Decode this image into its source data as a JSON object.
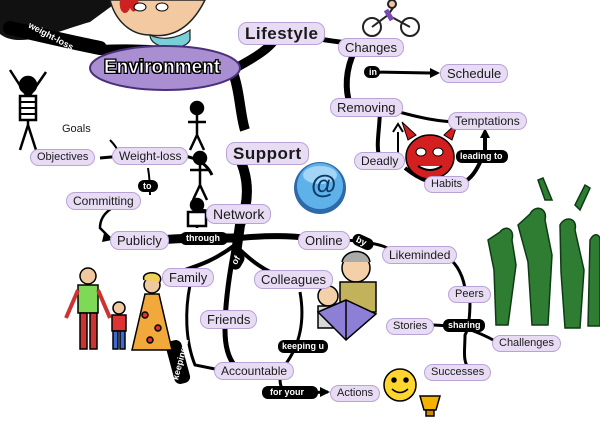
{
  "nodes": {
    "weight_loss_top": "weight-loss",
    "environment": "Environment",
    "lifestyle": "Lifestyle",
    "changes": "Changes",
    "in": "in",
    "schedule": "Schedule",
    "removing": "Removing",
    "temptations": "Temptations",
    "deadly": "Deadly",
    "leading_to": "leading to",
    "habits": "Habits",
    "support": "Support",
    "goals": "Goals",
    "objectives": "Objectives",
    "weight_loss": "Weight-loss",
    "to": "to",
    "committing": "Committing",
    "network": "Network",
    "publicly": "Publicly",
    "through": "through",
    "online": "Online",
    "by": "by",
    "likeminded": "Likeminded",
    "peers": "Peers",
    "of": "of",
    "family": "Family",
    "colleagues": "Colleagues",
    "friends": "Friends",
    "keeping_u_left": "keeping u",
    "keeping_u_right": "keeping u",
    "accountable": "Accountable",
    "for_your": "for your",
    "actions": "Actions",
    "stories": "Stories",
    "sharing": "sharing",
    "challenges": "Challenges",
    "successes": "Successes",
    "at_symbol": "@"
  },
  "colors": {
    "pill": "#e8dcf5",
    "branch": "#000000",
    "at_button": "#3d8fd1",
    "devil": "#d21e1e",
    "silhouettes": "#2e7d32"
  },
  "icons": [
    "cyclist-icon",
    "devil-icon",
    "at-sign-icon",
    "family-icon",
    "readers-icon",
    "smiley-trophy-icon",
    "celebrating-people-icon",
    "standing-figure-icon",
    "climbing-figures-icon"
  ]
}
